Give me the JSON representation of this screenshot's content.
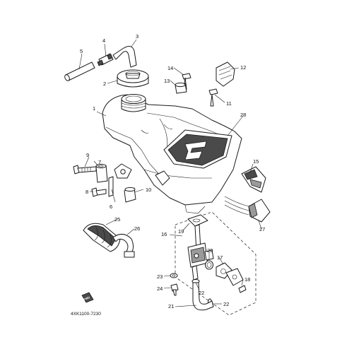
{
  "diagram": {
    "callouts": [
      {
        "id": "c1",
        "text": "1"
      },
      {
        "id": "c2",
        "text": "2"
      },
      {
        "id": "c3",
        "text": "3"
      },
      {
        "id": "c4",
        "text": "4"
      },
      {
        "id": "c5",
        "text": "5"
      },
      {
        "id": "c6",
        "text": "6"
      },
      {
        "id": "c7",
        "text": "7"
      },
      {
        "id": "c8",
        "text": "8"
      },
      {
        "id": "c9",
        "text": "9"
      },
      {
        "id": "c10",
        "text": "10"
      },
      {
        "id": "c11",
        "text": "11"
      },
      {
        "id": "c12",
        "text": "12"
      },
      {
        "id": "c13",
        "text": "13"
      },
      {
        "id": "c14",
        "text": "14"
      },
      {
        "id": "c15",
        "text": "15"
      },
      {
        "id": "c16",
        "text": "16"
      },
      {
        "id": "c17",
        "text": "17"
      },
      {
        "id": "c18",
        "text": "18"
      },
      {
        "id": "c19",
        "text": "19"
      },
      {
        "id": "c20",
        "text": "20"
      },
      {
        "id": "c21",
        "text": "21"
      },
      {
        "id": "c22a",
        "text": "22"
      },
      {
        "id": "c22b",
        "text": "22"
      },
      {
        "id": "c23",
        "text": "23"
      },
      {
        "id": "c24",
        "text": "24"
      },
      {
        "id": "c25",
        "text": "25"
      },
      {
        "id": "c26",
        "text": "26"
      },
      {
        "id": "c27",
        "text": "27"
      },
      {
        "id": "c28",
        "text": "28"
      }
    ],
    "fwd_label": "FWD",
    "diagram_code": "4XK1100-7230"
  }
}
